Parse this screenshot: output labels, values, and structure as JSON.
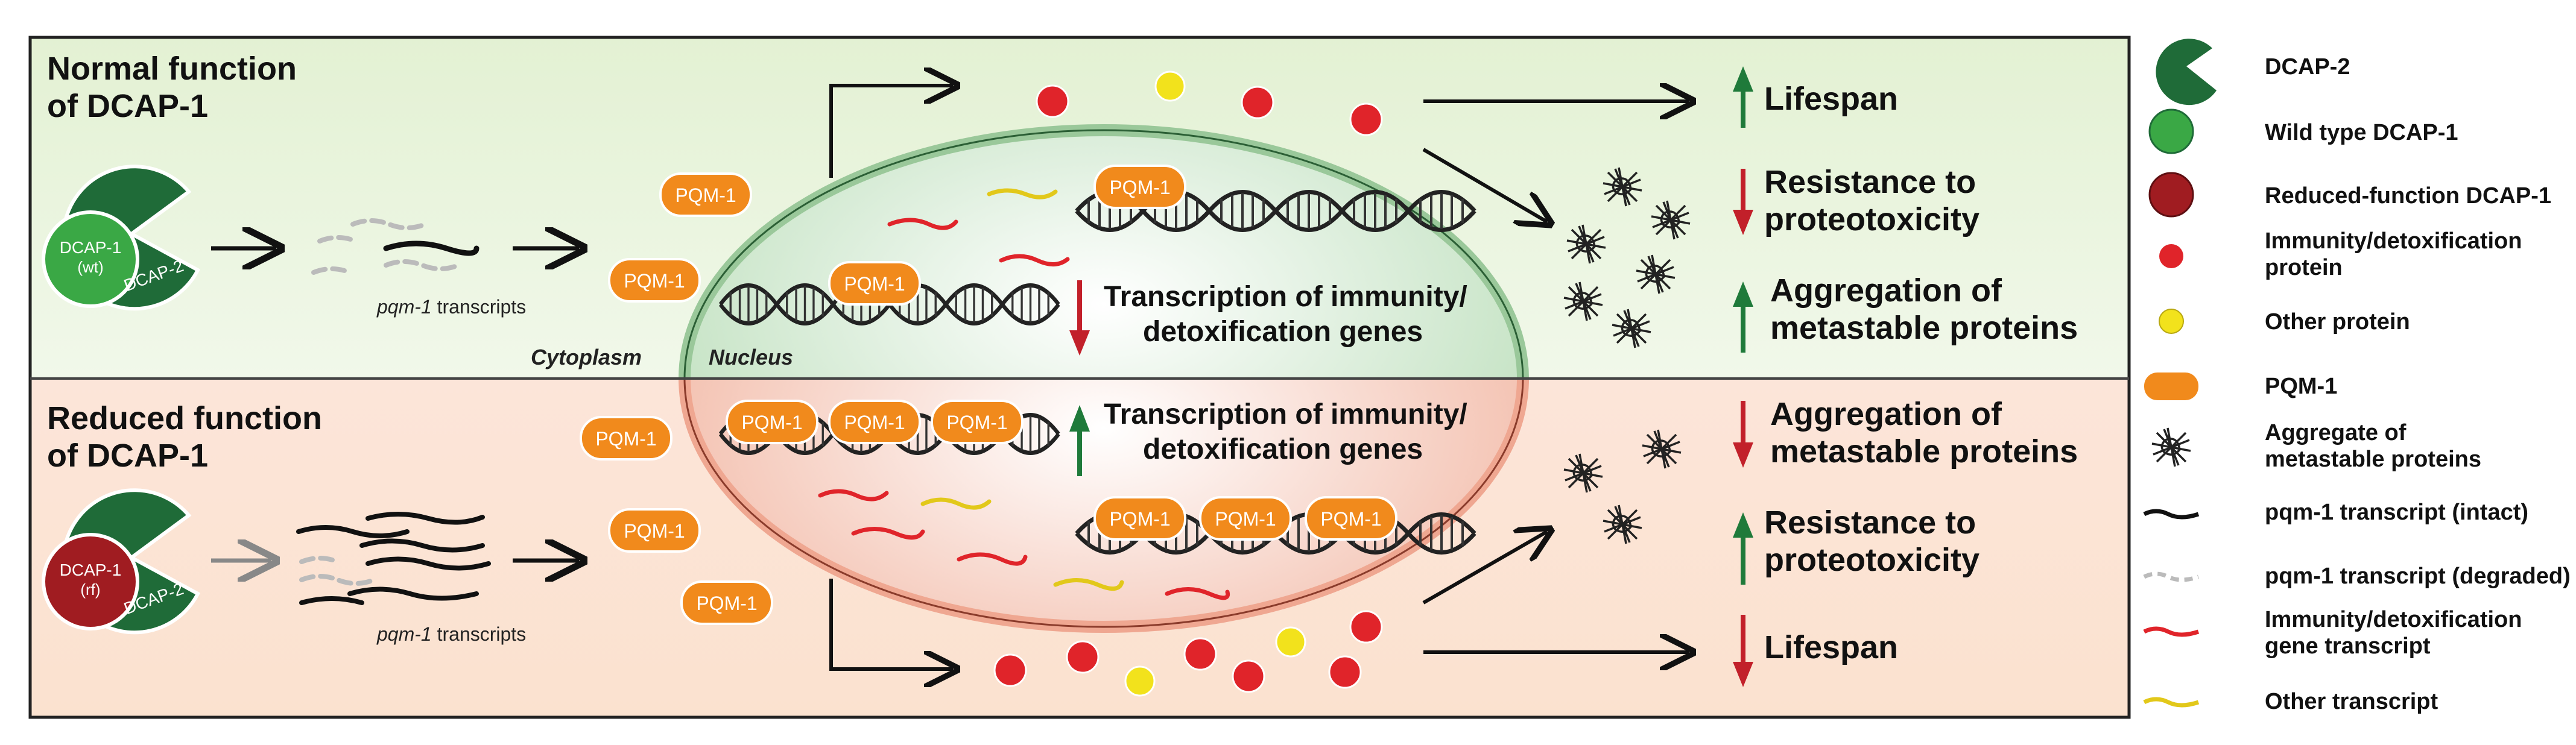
{
  "panels": {
    "normal": {
      "title_line1": "Normal function",
      "title_line2": "of DCAP-1",
      "dcap1_line1": "DCAP-1",
      "dcap1_line2": "(wt)",
      "dcap2_label": "DCAP-2",
      "transcripts_italic": "pqm-1",
      "transcripts_suffix": " transcripts",
      "pqm1_label": "PQM-1",
      "transcription_line1": "Transcription of immunity/",
      "transcription_line2": "detoxification genes",
      "outcomes": {
        "lifespan": "Lifespan",
        "resistance_line1": "Resistance to",
        "resistance_line2": "proteotoxicity",
        "aggregation_line1": "Aggregation of",
        "aggregation_line2": "metastable proteins"
      },
      "compartments": {
        "cytoplasm": "Cytoplasm",
        "nucleus": "Nucleus"
      }
    },
    "reduced": {
      "title_line1": "Reduced function",
      "title_line2": "of DCAP-1",
      "dcap1_line1": "DCAP-1",
      "dcap1_line2": "(rf)",
      "dcap2_label": "DCAP-2",
      "transcripts_italic": "pqm-1",
      "transcripts_suffix": " transcripts",
      "pqm1_label": "PQM-1",
      "transcription_line1": "Transcription of immunity/",
      "transcription_line2": "detoxification genes",
      "outcomes": {
        "aggregation_line1": "Aggregation of",
        "aggregation_line2": "metastable proteins",
        "resistance_line1": "Resistance to",
        "resistance_line2": "proteotoxicity",
        "lifespan": "Lifespan"
      }
    }
  },
  "legend": {
    "dcap2": "DCAP-2",
    "wt_dcap1": "Wild type DCAP-1",
    "rf_dcap1": "Reduced-function DCAP-1",
    "immunity_protein_line1": "Immunity/detoxification",
    "immunity_protein_line2": "protein",
    "other_protein": "Other protein",
    "pqm1": "PQM-1",
    "aggregate_line1": "Aggregate of",
    "aggregate_line2": "metastable proteins",
    "intact_transcript": "pqm-1 transcript (intact)",
    "degraded_transcript": "pqm-1 transcript (degraded)",
    "immunity_transcript_line1": "Immunity/detoxification",
    "immunity_transcript_line2": "gene transcript",
    "other_transcript": "Other transcript"
  },
  "colors": {
    "top_panel_bg": "#e9f4dd",
    "bottom_panel_bg": "#fbe6da",
    "dcap2_green": "#1f6b38",
    "wt_green": "#3aa845",
    "rf_red": "#a01c21",
    "immunity_red": "#e0242a",
    "other_yellow": "#f2e21c",
    "pqm1_orange": "#f18a1c",
    "up_arrow": "#1f7a3a",
    "down_arrow": "#c2202a"
  }
}
